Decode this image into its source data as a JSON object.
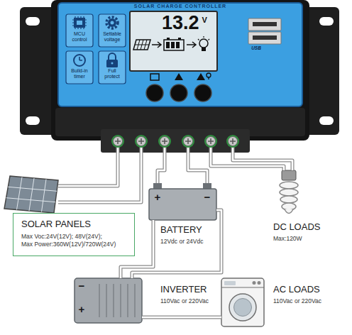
{
  "diagram": {
    "nodes": [
      {
        "text": [
          "SOLAR CHARGE CONTROLLER"
        ]
      },
      {
        "text": [
          "MCU control"
        ],
        "in": 0
      },
      {
        "text": [
          "Settable voltage"
        ],
        "in": 0
      },
      {
        "text": [
          "13.2",
          "V"
        ],
        "in": 0
      },
      {
        "text": [
          "Build-in timer"
        ],
        "in": 0
      },
      {
        "text": [
          "Full protect"
        ],
        "in": 0
      },
      {
        "text": [
          "SOLAR PANELS",
          "Max Voc:24V(12V); 48V(24V);",
          "Max Power:360W(12V)/720W(24V)"
        ]
      },
      {
        "text": [
          "BATTERY",
          "12Vdc or 24Vdc"
        ]
      },
      {
        "text": [
          "DC LOADS",
          "Max:120W"
        ]
      },
      {
        "text": [
          "INVERTER",
          "110Vac or 220Vac"
        ]
      },
      {
        "text": [
          "AC LOADS",
          "110Vac or 220Vac"
        ]
      }
    ],
    "edges": [
      {
        "from": 0,
        "to": 6,
        "arrow": "none"
      },
      {
        "from": 0,
        "to": 6,
        "arrow": "none"
      },
      {
        "from": 0,
        "to": 7,
        "arrow": "none"
      },
      {
        "from": 0,
        "to": 7,
        "arrow": "none"
      },
      {
        "from": 0,
        "to": 8,
        "arrow": "none"
      },
      {
        "from": 0,
        "to": 8,
        "arrow": "none"
      },
      {
        "from": 7,
        "to": 9,
        "arrow": "none"
      },
      {
        "from": 7,
        "to": 9,
        "arrow": "none"
      },
      {
        "from": 9,
        "to": 10,
        "arrow": "none"
      }
    ],
    "labels": [
      "USB",
      "+",
      "−",
      "−",
      "+"
    ]
  }
}
